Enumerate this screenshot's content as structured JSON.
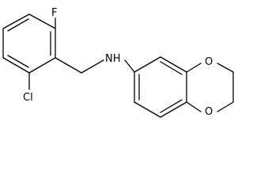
{
  "molecule": {
    "atoms": {
      "fluorine": "F",
      "chlorine": "Cl",
      "amine": "NH",
      "oxygen_top": "O",
      "oxygen_bottom": "O"
    }
  },
  "colors": {
    "bond": "#000000",
    "label": "#000000",
    "background": "#ffffff"
  }
}
